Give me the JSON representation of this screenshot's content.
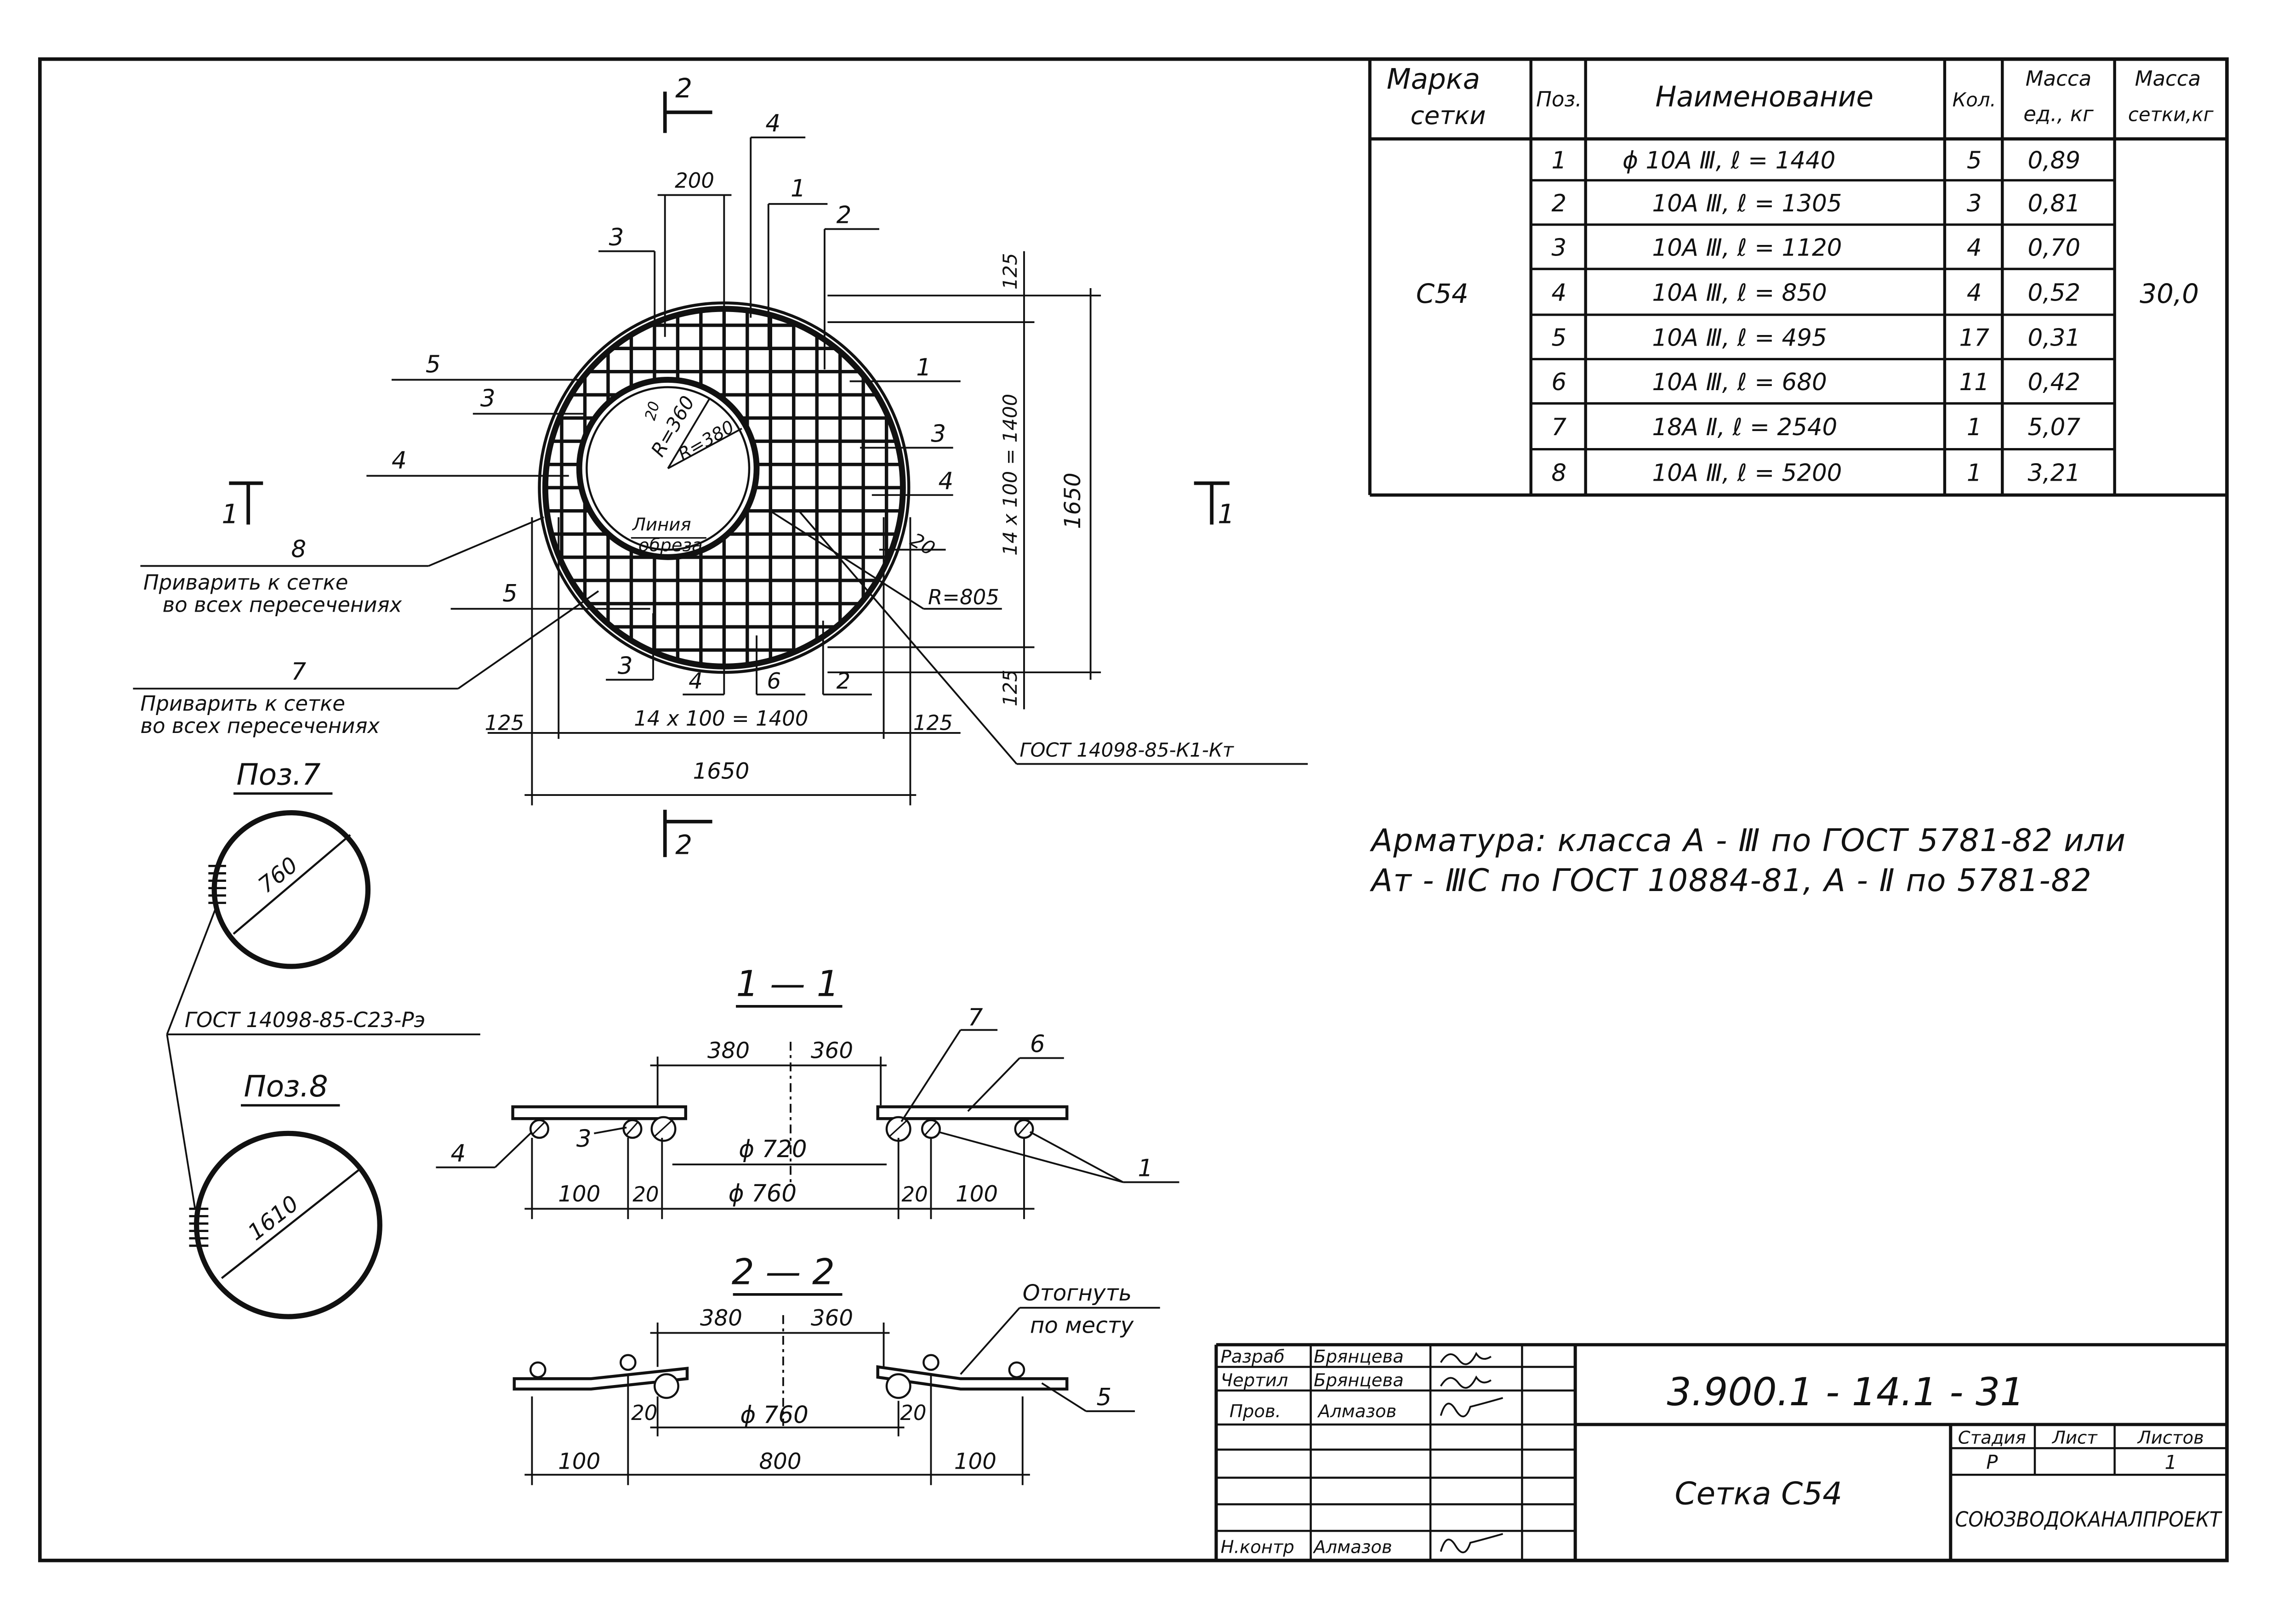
{
  "spec_table": {
    "headers": {
      "mark_1": "Марка",
      "mark_2": "сетки",
      "pos": "Поз.",
      "name": "Наименование",
      "qty": "Кол.",
      "unit_mass_1": "Масса",
      "unit_mass_2": "ед., кг",
      "mesh_mass_1": "Масса",
      "mesh_mass_2": "сетки,кг"
    },
    "mark": "С54",
    "total_mass": "30,0",
    "rows": [
      {
        "pos": "1",
        "name": "ϕ 10А Ⅲ,  ℓ = 1440",
        "qty": "5",
        "mass": "0,89"
      },
      {
        "pos": "2",
        "name": "10А Ⅲ,  ℓ = 1305",
        "qty": "3",
        "mass": "0,81"
      },
      {
        "pos": "3",
        "name": "10А Ⅲ,  ℓ = 1120",
        "qty": "4",
        "mass": "0,70"
      },
      {
        "pos": "4",
        "name": "10А Ⅲ,  ℓ = 850",
        "qty": "4",
        "mass": "0,52"
      },
      {
        "pos": "5",
        "name": "10А Ⅲ,  ℓ = 495",
        "qty": "17",
        "mass": "0,31"
      },
      {
        "pos": "6",
        "name": "10А Ⅲ,  ℓ = 680",
        "qty": "11",
        "mass": "0,42"
      },
      {
        "pos": "7",
        "name": "18А Ⅱ,  ℓ = 2540",
        "qty": "1",
        "mass": "5,07"
      },
      {
        "pos": "8",
        "name": "10А Ⅲ,  ℓ = 5200",
        "qty": "1",
        "mass": "3,21"
      }
    ]
  },
  "notes": {
    "line1": "Арматура:  класса  А - Ⅲ  по ГОСТ 5781-82  или",
    "line2": "Ат - ⅢС   по ГОСТ 10884-81,   А - Ⅱ  по  5781-82"
  },
  "plan": {
    "dim_200": "200",
    "dim_125_top": "125",
    "dim_125_bottom": "125",
    "dim_125_left": "125",
    "dim_125_right": "125",
    "dim_14x100_h": "14 x 100 = 1400",
    "dim_14x100_v": "14 x 100 = 1400",
    "dim_1650_h": "1650",
    "dim_1650_v": "1650",
    "r_360": "R=360",
    "r_380": "R=380",
    "r_805": "R=805",
    "dim_20_inner": "20",
    "dim_20_right": "20",
    "cut_line_1": "Линия",
    "cut_line_2": "обреза",
    "gost_weld": "ГОСТ 14098-85-К1-Кт",
    "note8_num": "8",
    "note8_line1": "Приварить  к сетке",
    "note8_line2": "во  всех  пересечениях",
    "note7_num": "7",
    "note7_line1": "Приварить  к сетке",
    "note7_line2": "во  всех  пересечениях",
    "section_marks": {
      "s1": "1",
      "s2": "2"
    },
    "callouts": {
      "c4_top": "4",
      "c1_top": "1",
      "c2_top": "2",
      "c3_top": "3",
      "c5_left": "5",
      "c3_left": "3",
      "c4_left": "4",
      "c5_left2": "5",
      "c1_right": "1",
      "c3_right": "3",
      "c4_right": "4",
      "c3_bottom": "3",
      "c4_bottom": "4",
      "c6_bottom": "6",
      "c2_bottom": "2"
    }
  },
  "pos7": {
    "title": "Поз.7",
    "diameter": "760"
  },
  "pos8": {
    "title": "Поз.8",
    "diameter": "1610"
  },
  "gost_ring": "ГОСТ 14098-85-С23-Рэ",
  "section_1_1": {
    "title": "1 — 1",
    "d380": "380",
    "d360": "360",
    "phi720": "ϕ 720",
    "phi760": "ϕ 760",
    "d100_l": "100",
    "d20_l": "20",
    "d20_r": "20",
    "d100_r": "100",
    "c4": "4",
    "c3": "3",
    "c7": "7",
    "c6": "6",
    "c1": "1"
  },
  "section_2_2": {
    "title": "2 — 2",
    "d380": "380",
    "d360": "360",
    "phi760": "ϕ 760",
    "d20_l": "20",
    "d20_r": "20",
    "d100_l": "100",
    "d800": "800",
    "d100_r": "100",
    "bend_1": "Отогнуть",
    "bend_2": "по месту",
    "c5": "5"
  },
  "title_block": {
    "roles": [
      "Разраб",
      "Чертил",
      "Пров.",
      "",
      "",
      "",
      "Н.контр"
    ],
    "names": [
      "Брянцева",
      "Брянцева",
      "Алмазов",
      "",
      "",
      "",
      "Алмазов"
    ],
    "doc_code": "3.900.1 - 14.1 - 31",
    "sheet_title": "Сетка  С54",
    "stage_label": "Стадия",
    "sheet_label": "Лист",
    "sheets_label": "Листов",
    "stage": "Р",
    "sheet": "",
    "sheets": "1",
    "org": "СОЮЗВОДОКАНАЛПРОЕКТ"
  }
}
